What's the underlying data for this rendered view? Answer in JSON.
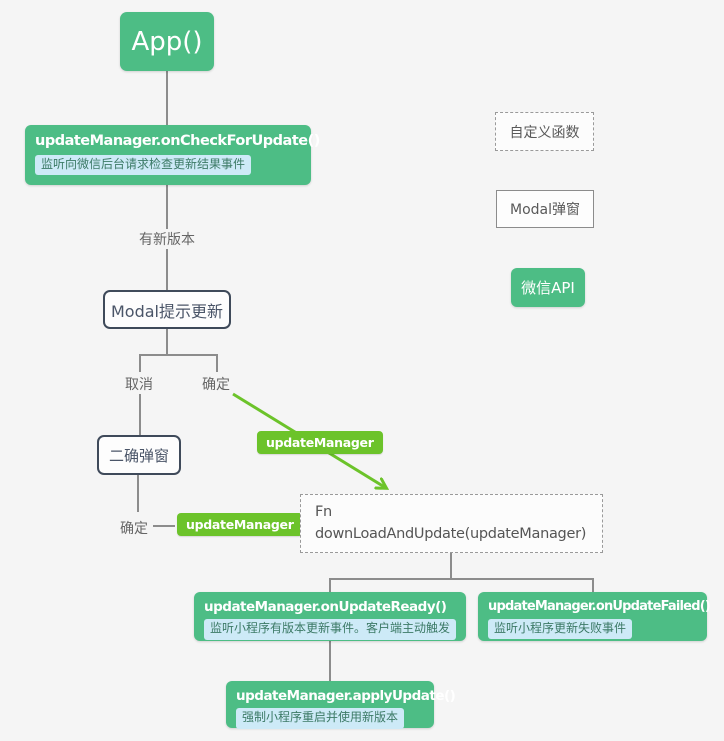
{
  "diagram": {
    "nodes": {
      "app": "App()",
      "on_check_title": "updateManager.onCheckForUpdate()",
      "on_check_subtitle": "监听向微信后台请求检查更新结果事件",
      "modal_prompt": "Modal提示更新",
      "second_confirm_modal": "二确弹窗",
      "fn_line1": "Fn",
      "fn_line2": "downLoadAndUpdate(updateManager)",
      "on_ready_title": "updateManager.onUpdateReady()",
      "on_ready_subtitle": "监听小程序有版本更新事件。客户端主动触发",
      "on_failed_title": "updateManager.onUpdateFailed()",
      "on_failed_subtitle": "监听小程序更新失败事件",
      "apply_title": "updateManager.applyUpdate()",
      "apply_subtitle": "强制小程序重启并使用新版本"
    },
    "edge_labels": {
      "has_new_version": "有新版本",
      "cancel": "取消",
      "confirm_1": "确定",
      "confirm_2": "确定",
      "update_manager_tag_1": "updateManager",
      "update_manager_tag_2": "updateManager"
    },
    "legend": {
      "custom_function": "自定义函数",
      "modal": "Modal弹窗",
      "wechat_api": "微信API"
    },
    "colors": {
      "api_green": "#4dbd85",
      "lime_green": "#6cc32a",
      "chip_bg": "#cdeaf7",
      "chip_text": "#3c7a66",
      "line_gray": "#8c8c8c",
      "modal_border": "#3f4a5a",
      "background": "#f5f5f5"
    }
  }
}
